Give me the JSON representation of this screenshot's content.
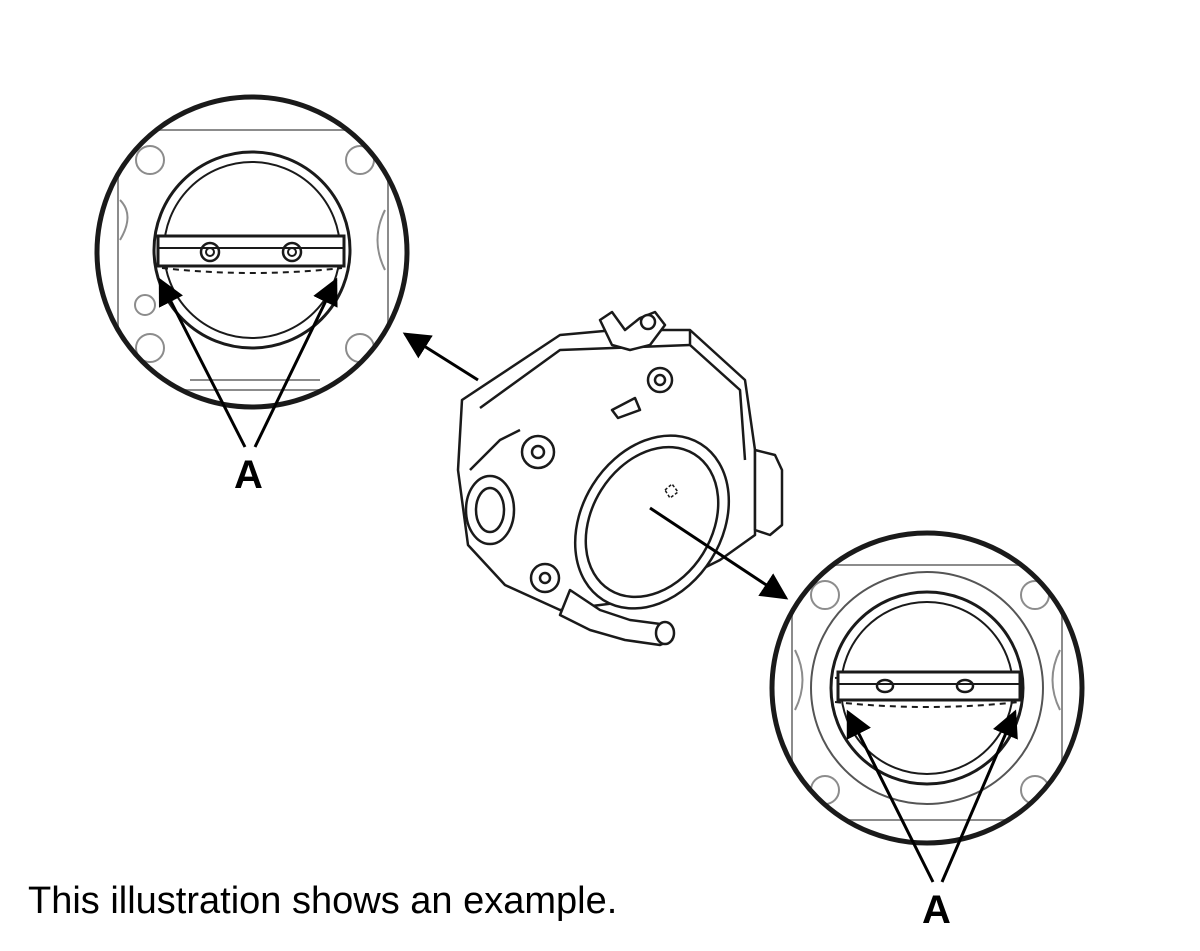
{
  "callouts": {
    "left_label": "A",
    "right_label": "A"
  },
  "caption": "This illustration shows an example.",
  "colors": {
    "ink": "#000000",
    "line": "#1a1a1a",
    "light_line": "#9a9a9a",
    "background": "#ffffff"
  }
}
